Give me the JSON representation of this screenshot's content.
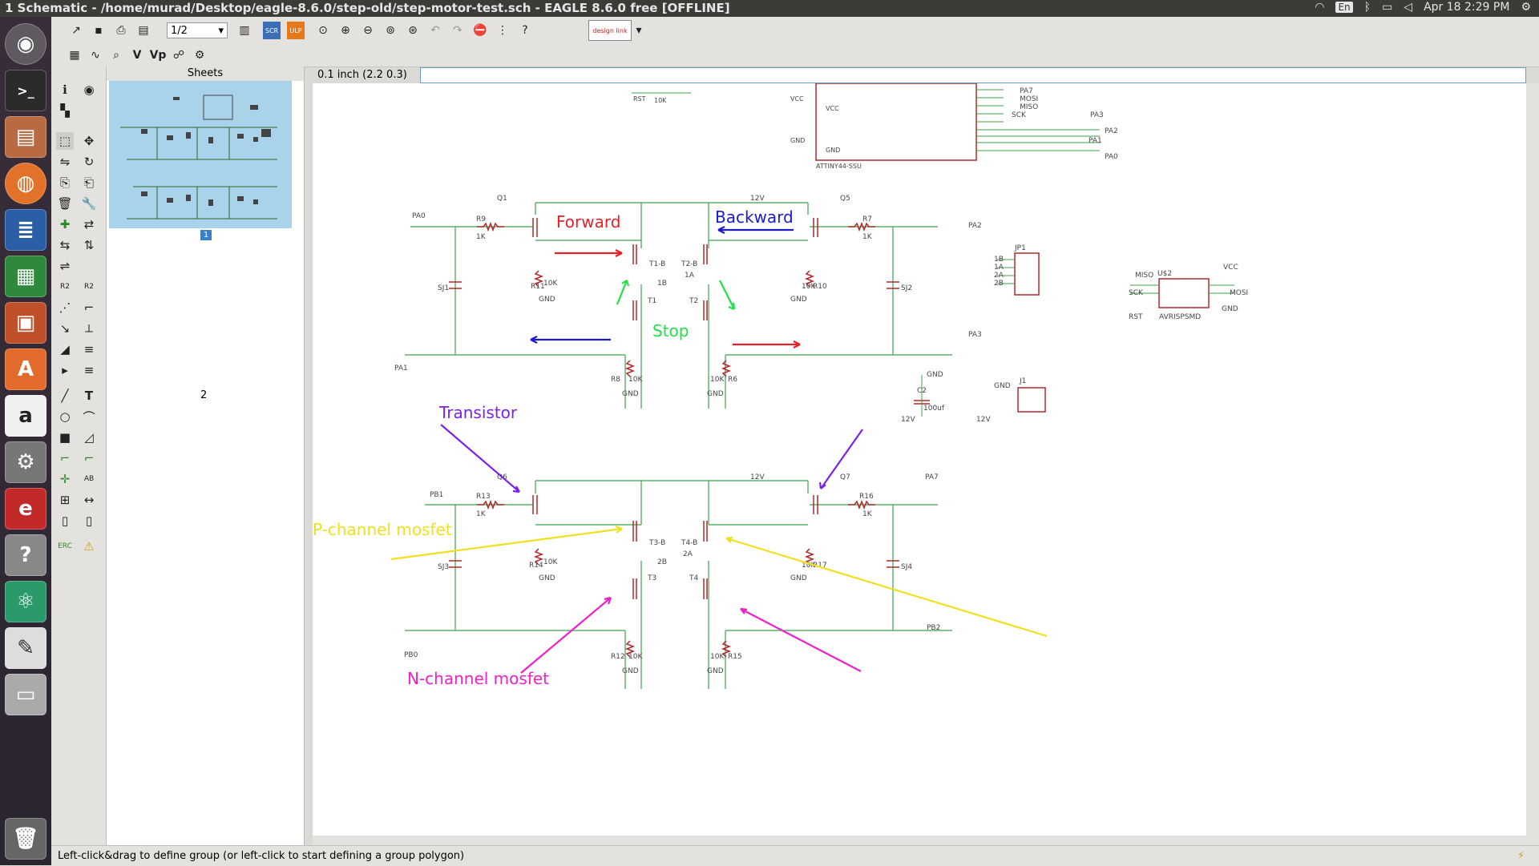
{
  "window": {
    "title": "1 Schematic - /home/murad/Desktop/eagle-8.6.0/step-old/step-motor-test.sch - EAGLE 8.6.0 free [OFFLINE]"
  },
  "tray": {
    "keyboard": "En",
    "datetime": "Apr 18  2:29 PM"
  },
  "toolbar": {
    "sheet_select": "1/2",
    "design_link": "design link"
  },
  "sheets_panel": {
    "title": "Sheets",
    "sheet1_label": "1",
    "sheet2_label": "2"
  },
  "command": {
    "grid_coord": "0.1 inch (2.2 0.3)",
    "input_value": ""
  },
  "status": {
    "message": "Left-click&drag to define group (or left-click to start defining a group polygon)"
  },
  "annotations": {
    "forward": "Forward",
    "backward": "Backward",
    "stop": "Stop",
    "transistor": "Transistor",
    "p_mosfet": "P-channel mosfet",
    "n_mosfet": "N-channel mosfet"
  },
  "colors": {
    "forward": "#e8202a",
    "backward": "#1a1ad0",
    "stop": "#22e04a",
    "transistor": "#7a22e8",
    "p_mosfet": "#f0e020",
    "n_mosfet": "#f020c8",
    "wire": "#3aa34a",
    "part": "#b0282a"
  },
  "schematic": {
    "labels": {
      "rst": "RST",
      "vcc": "VCC",
      "gnd": "GND",
      "mcu": "ATTINY44-SSU",
      "pa7": "PA7",
      "mosi": "MOSI",
      "miso": "MISO",
      "sck": "SCK",
      "pa3": "PA3",
      "pa2": "PA2",
      "pa1": "PA1",
      "pa0": "PA0",
      "q1": "Q1",
      "q5": "Q5",
      "q6": "Q6",
      "q7": "Q7",
      "r9": "R9",
      "r7": "R7",
      "r13": "R13",
      "r16": "R16",
      "r11": "R11",
      "r10": "R10",
      "r14": "R14",
      "r17": "R17",
      "r8": "R8",
      "r6": "R6",
      "r12": "R12",
      "r15": "R15",
      "onek": "1K",
      "tenk": "10K",
      "v12": "12V",
      "t1b": "T1-B",
      "t2b": "T2-B",
      "t3b": "T3-B",
      "t4b": "T4-B",
      "t1": "T1",
      "t2": "T2",
      "t3": "T3",
      "t4": "T4",
      "net1a": "1A",
      "net1b": "1B",
      "net2a": "2A",
      "net2b": "2B",
      "sj1": "SJ1",
      "sj2": "SJ2",
      "sj3": "SJ3",
      "sj4": "SJ4",
      "pb1": "PB1",
      "pb0": "PB0",
      "pb2": "PB2",
      "jp1": "JP1",
      "j1": "J1",
      "u2": "U$2",
      "avr": "AVRISPSMD",
      "c2": "C2",
      "cap": "100uf"
    }
  }
}
